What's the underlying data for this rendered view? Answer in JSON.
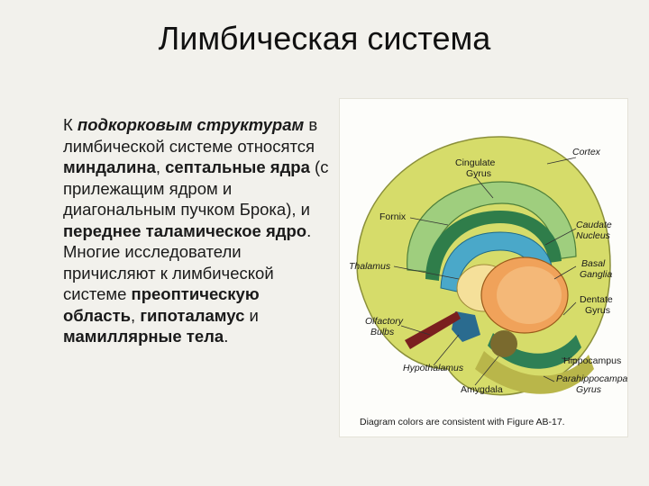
{
  "slide": {
    "title": "Лимбическая система",
    "paragraph": [
      {
        "text": "К ",
        "bold": false
      },
      {
        "text": "подкорковым структурам",
        "bold": true,
        "italic": true
      },
      {
        "text": " в лимбической системе относятся ",
        "bold": false
      },
      {
        "text": "миндалина",
        "bold": true
      },
      {
        "text": ", ",
        "bold": false
      },
      {
        "text": "септальные ядра",
        "bold": true
      },
      {
        "text": " (с прилежащим ядром и диагональным пучком Брока), и ",
        "bold": false
      },
      {
        "text": "переднее таламическое ядро",
        "bold": true
      },
      {
        "text": ". Многие исследователи причисляют к лимбической системе ",
        "bold": false
      },
      {
        "text": "преоптическую область",
        "bold": true
      },
      {
        "text": ", ",
        "bold": false
      },
      {
        "text": "гипоталамус",
        "bold": true
      },
      {
        "text": " и ",
        "bold": false
      },
      {
        "text": "мамиллярные тела",
        "bold": true
      },
      {
        "text": ".",
        "bold": false
      }
    ]
  },
  "figure": {
    "labels": {
      "cortex": "Cortex",
      "cingulate_1": "Cingulate",
      "cingulate_2": "Gyrus",
      "fornix": "Fornix",
      "caudate_1": "Caudate",
      "caudate_2": "Nucleus",
      "thalamus": "Thalamus",
      "basal_1": "Basal",
      "basal_2": "Ganglia",
      "dentate_1": "Dentate",
      "dentate_2": "Gyrus",
      "olfactory_1": "Olfactory",
      "olfactory_2": "Bulbs",
      "hippocampus": "Hippocampus",
      "hypothalamus": "Hypothalamus",
      "amygdala": "Amygdala",
      "parahippo_1": "Parahippocampal",
      "parahippo_2": "Gyrus"
    },
    "caption": "Diagram colors are consistent with Figure AB-17."
  },
  "colors": {
    "background": "#f2f1ec",
    "cortex": "#d6dc6a",
    "cingulate": "#9fce7e",
    "fornix": "#2f7d4a",
    "caudate": "#4aa8c9",
    "basal_ganglia": "#f0a25a",
    "thalamus": "#f5e09a",
    "hypothalamus": "#2a6b8f",
    "amygdala": "#7a6a2e",
    "olfactory": "#7a1f1f",
    "hippocampus": "#2e7f55",
    "parahippocampal": "#b9b64a"
  }
}
